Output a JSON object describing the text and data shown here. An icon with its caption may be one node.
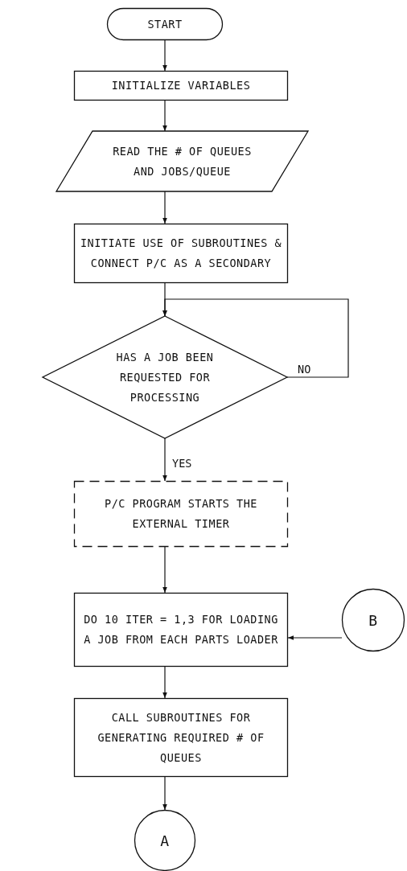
{
  "diagram": {
    "nodes": [
      {
        "text": [
          "START"
        ]
      },
      {
        "text": [
          "INITIALIZE VARIABLES"
        ]
      },
      {
        "text": [
          "READ THE # OF QUEUES AND JOBS/QUEUE"
        ]
      },
      {
        "text": [
          "INITIATE USE OF SUBROUTINES & CONNECT P/C AS A SECONDARY"
        ]
      },
      {
        "text": [
          "HAS A JOB BEEN REQUESTED FOR PROCESSING"
        ]
      },
      {
        "text": [
          "P/C PROGRAM STARTS THE EXTERNAL TIMER"
        ]
      },
      {
        "text": [
          "DO 10 ITER = 1,3 FOR LOADING A JOB FROM EACH PARTS LOADER"
        ]
      },
      {
        "text": [
          "B"
        ]
      },
      {
        "text": [
          "CALL SUBROUTINES FOR GENERATING REQUIRED # OF QUEUES"
        ]
      },
      {
        "text": [
          "A"
        ]
      }
    ],
    "edges": [
      {
        "from": 0,
        "to": 1,
        "arrow": "to"
      },
      {
        "from": 1,
        "to": 2,
        "arrow": "to"
      },
      {
        "from": 2,
        "to": 3,
        "arrow": "to"
      },
      {
        "from": 3,
        "to": 4,
        "arrow": "to"
      },
      {
        "from": 4,
        "to": 4,
        "label": "NO",
        "arrow": "to"
      },
      {
        "from": 4,
        "to": 5,
        "label": "YES",
        "arrow": "to"
      },
      {
        "from": 5,
        "to": 6,
        "arrow": "to"
      },
      {
        "from": 7,
        "to": 6,
        "arrow": "to"
      },
      {
        "from": 6,
        "to": 8,
        "arrow": "to"
      },
      {
        "from": 8,
        "to": 9,
        "arrow": "to"
      }
    ]
  }
}
